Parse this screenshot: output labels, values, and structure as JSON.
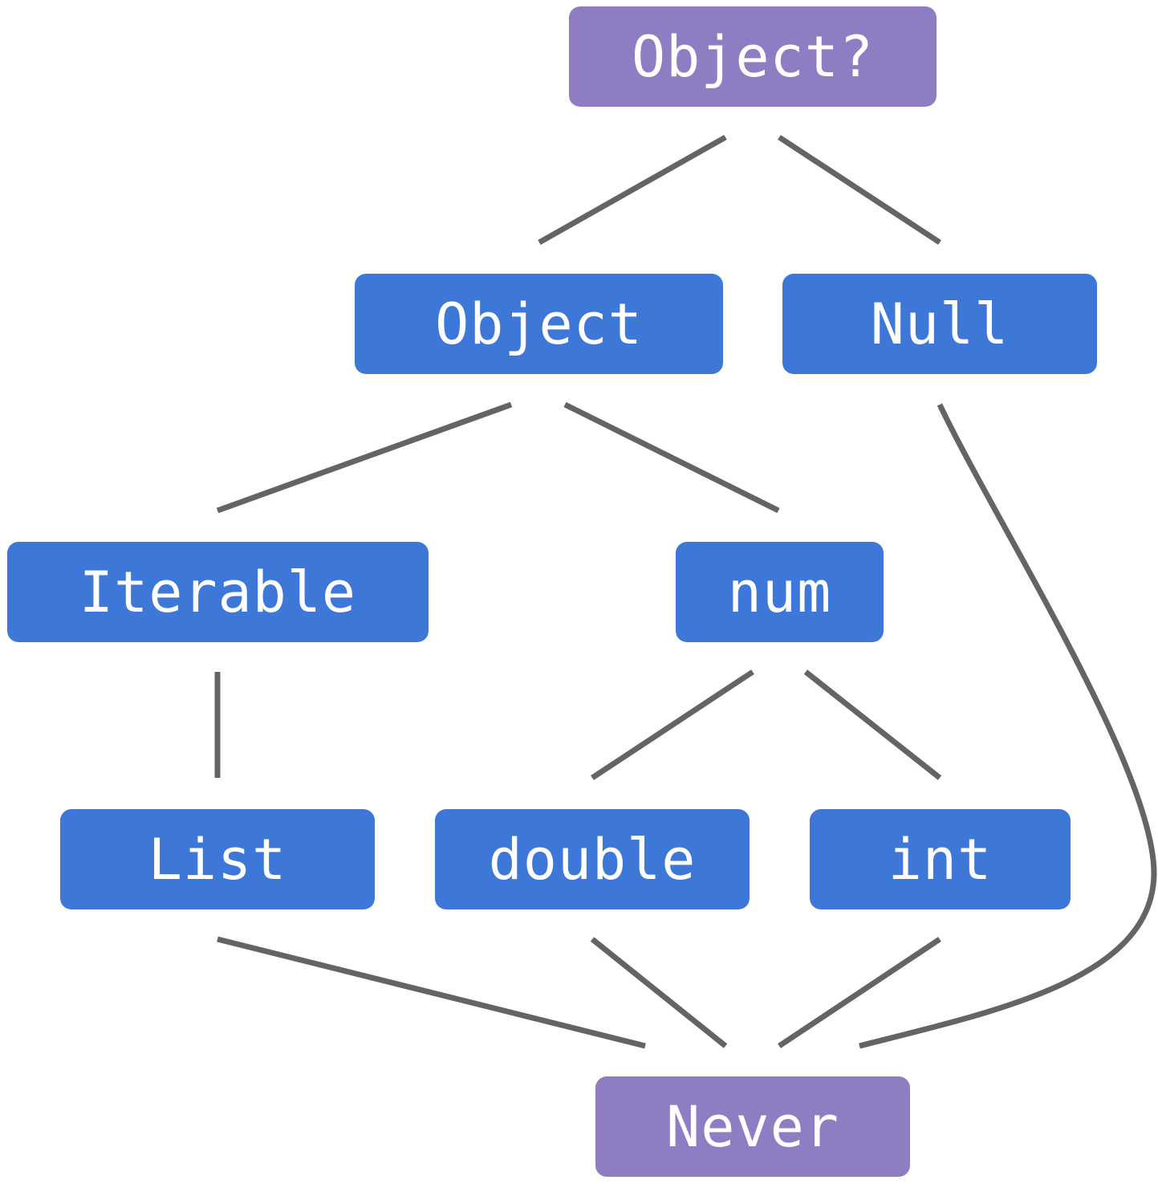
{
  "colors": {
    "top_bottom_node": "#8e7dc2",
    "type_node": "#3d78d8",
    "edge": "#646464",
    "label": "#ffffff"
  },
  "nodes": {
    "object_nullable": "Object?",
    "object": "Object",
    "null": "Null",
    "iterable": "Iterable",
    "num": "num",
    "list": "List",
    "double": "double",
    "int": "int",
    "never": "Never"
  },
  "edges": [
    {
      "from": "Object?",
      "to": "Object"
    },
    {
      "from": "Object?",
      "to": "Null"
    },
    {
      "from": "Object",
      "to": "Iterable"
    },
    {
      "from": "Object",
      "to": "num"
    },
    {
      "from": "Iterable",
      "to": "List"
    },
    {
      "from": "num",
      "to": "double"
    },
    {
      "from": "num",
      "to": "int"
    },
    {
      "from": "List",
      "to": "Never"
    },
    {
      "from": "double",
      "to": "Never"
    },
    {
      "from": "int",
      "to": "Never"
    },
    {
      "from": "Null",
      "to": "Never"
    }
  ]
}
